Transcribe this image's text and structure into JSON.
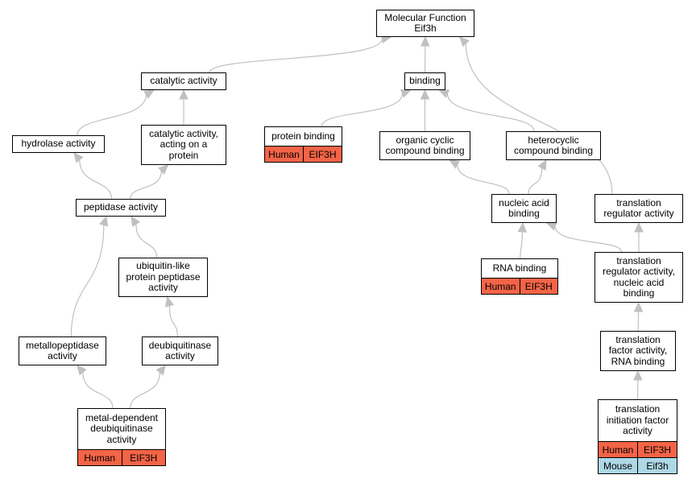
{
  "colors": {
    "human": "#f46447",
    "mouse": "#add8e6",
    "edge": "#c0c0c0"
  },
  "nodes": {
    "molecular_function": {
      "label": "Molecular Function\nEif3h"
    },
    "catalytic_activity": {
      "label": "catalytic activity"
    },
    "binding": {
      "label": "binding"
    },
    "hydrolase_activity": {
      "label": "hydrolase activity"
    },
    "catalytic_activity_protein": {
      "label": "catalytic activity,\nacting on a\nprotein"
    },
    "protein_binding": {
      "label": "protein binding",
      "annotations": [
        {
          "species": "Human",
          "gene": "EIF3H"
        }
      ]
    },
    "organic_cyclic_compound_binding": {
      "label": "organic cyclic\ncompound binding"
    },
    "heterocyclic_compound_binding": {
      "label": "heterocyclic\ncompound binding"
    },
    "peptidase_activity": {
      "label": "peptidase activity"
    },
    "nucleic_acid_binding": {
      "label": "nucleic acid\nbinding"
    },
    "translation_regulator_activity": {
      "label": "translation\nregulator activity"
    },
    "ubiquitin_like_protein_peptidase_activity": {
      "label": "ubiquitin-like\nprotein peptidase\nactivity"
    },
    "rna_binding": {
      "label": "RNA binding",
      "annotations": [
        {
          "species": "Human",
          "gene": "EIF3H"
        }
      ]
    },
    "translation_regulator_nucleic_acid_binding": {
      "label": "translation\nregulator activity,\nnucleic acid\nbinding"
    },
    "metallopeptidase_activity": {
      "label": "metallopeptidase\nactivity"
    },
    "deubiquitinase_activity": {
      "label": "deubiquitinase\nactivity"
    },
    "translation_factor_rna_binding": {
      "label": "translation\nfactor activity,\nRNA binding"
    },
    "metal_dependent_deubiquitinase_activity": {
      "label": "metal-dependent\ndeubiquitinase\nactivity",
      "annotations": [
        {
          "species": "Human",
          "gene": "EIF3H"
        }
      ]
    },
    "translation_initiation_factor_activity": {
      "label": "translation\ninitiation factor\nactivity",
      "annotations": [
        {
          "species": "Human",
          "gene": "EIF3H"
        },
        {
          "species": "Mouse",
          "gene": "Eif3h"
        }
      ]
    }
  },
  "edges": [
    {
      "from": "catalytic_activity",
      "to": "molecular_function"
    },
    {
      "from": "binding",
      "to": "molecular_function"
    },
    {
      "from": "translation_regulator_activity",
      "to": "molecular_function"
    },
    {
      "from": "hydrolase_activity",
      "to": "catalytic_activity"
    },
    {
      "from": "catalytic_activity_protein",
      "to": "catalytic_activity"
    },
    {
      "from": "protein_binding",
      "to": "binding"
    },
    {
      "from": "organic_cyclic_compound_binding",
      "to": "binding"
    },
    {
      "from": "heterocyclic_compound_binding",
      "to": "binding"
    },
    {
      "from": "peptidase_activity",
      "to": "hydrolase_activity"
    },
    {
      "from": "peptidase_activity",
      "to": "catalytic_activity_protein"
    },
    {
      "from": "nucleic_acid_binding",
      "to": "organic_cyclic_compound_binding"
    },
    {
      "from": "nucleic_acid_binding",
      "to": "heterocyclic_compound_binding"
    },
    {
      "from": "ubiquitin_like_protein_peptidase_activity",
      "to": "peptidase_activity"
    },
    {
      "from": "metallopeptidase_activity",
      "to": "peptidase_activity"
    },
    {
      "from": "rna_binding",
      "to": "nucleic_acid_binding"
    },
    {
      "from": "translation_regulator_nucleic_acid_binding",
      "to": "nucleic_acid_binding"
    },
    {
      "from": "translation_regulator_nucleic_acid_binding",
      "to": "translation_regulator_activity"
    },
    {
      "from": "deubiquitinase_activity",
      "to": "ubiquitin_like_protein_peptidase_activity"
    },
    {
      "from": "translation_factor_rna_binding",
      "to": "translation_regulator_nucleic_acid_binding"
    },
    {
      "from": "metal_dependent_deubiquitinase_activity",
      "to": "metallopeptidase_activity"
    },
    {
      "from": "metal_dependent_deubiquitinase_activity",
      "to": "deubiquitinase_activity"
    },
    {
      "from": "translation_initiation_factor_activity",
      "to": "translation_factor_rna_binding"
    }
  ]
}
